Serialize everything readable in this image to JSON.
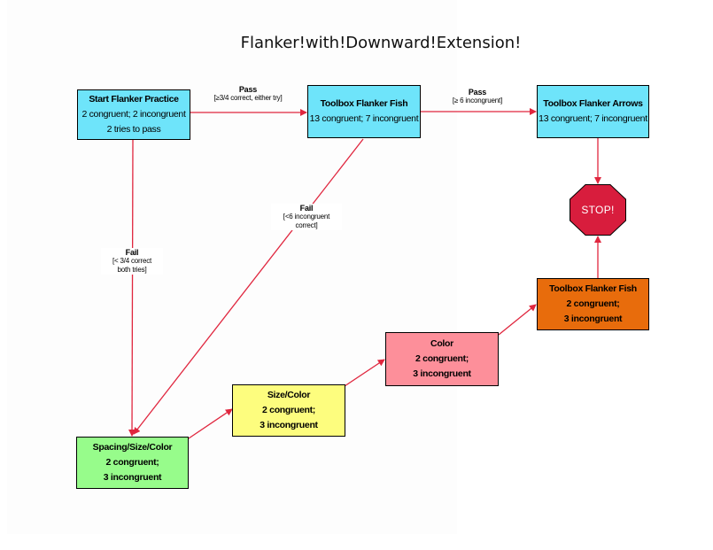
{
  "title": "Flanker!with!Downward!Extension!",
  "colors": {
    "cyan": "#6ee4fa",
    "orange": "#e86c0c",
    "pink": "#fd8f9a",
    "yellow": "#fdfd7e",
    "green": "#97fc8b",
    "stop": "#d81d3d",
    "arrow": "#e0263e"
  },
  "nodes": {
    "start": {
      "title": "Start Flanker Practice",
      "line1": "2 congruent; 2 incongruent",
      "line2": "2 tries to pass"
    },
    "fish": {
      "title": "Toolbox Flanker Fish",
      "line1": "13 congruent; 7 incongruent"
    },
    "arrows": {
      "title": "Toolbox Flanker Arrows",
      "line1": "13 congruent; 7 incongruent"
    },
    "stop": {
      "label": "STOP!"
    },
    "fish_small": {
      "title": "Toolbox Flanker Fish",
      "line1": "2 congruent;",
      "line2": "3 incongruent"
    },
    "color": {
      "title": "Color",
      "line1": "2 congruent;",
      "line2": "3 incongruent"
    },
    "size_color": {
      "title": "Size/Color",
      "line1": "2 congruent;",
      "line2": "3 incongruent"
    },
    "spacing": {
      "title": "Spacing/Size/Color",
      "line1": "2 congruent;",
      "line2": "3 incongruent"
    }
  },
  "edge_labels": {
    "pass1": {
      "head": "Pass",
      "line1": "[≥3/4 correct, either try]"
    },
    "pass2": {
      "head": "Pass",
      "line1": "[≥ 6 incongruent]"
    },
    "fail_fish": {
      "head": "Fail",
      "line1": "[<6 incongruent",
      "line2": "correct]"
    },
    "fail_start": {
      "head": "Fail",
      "line1": "[< 3/4 correct",
      "line2": "both tries]"
    }
  }
}
